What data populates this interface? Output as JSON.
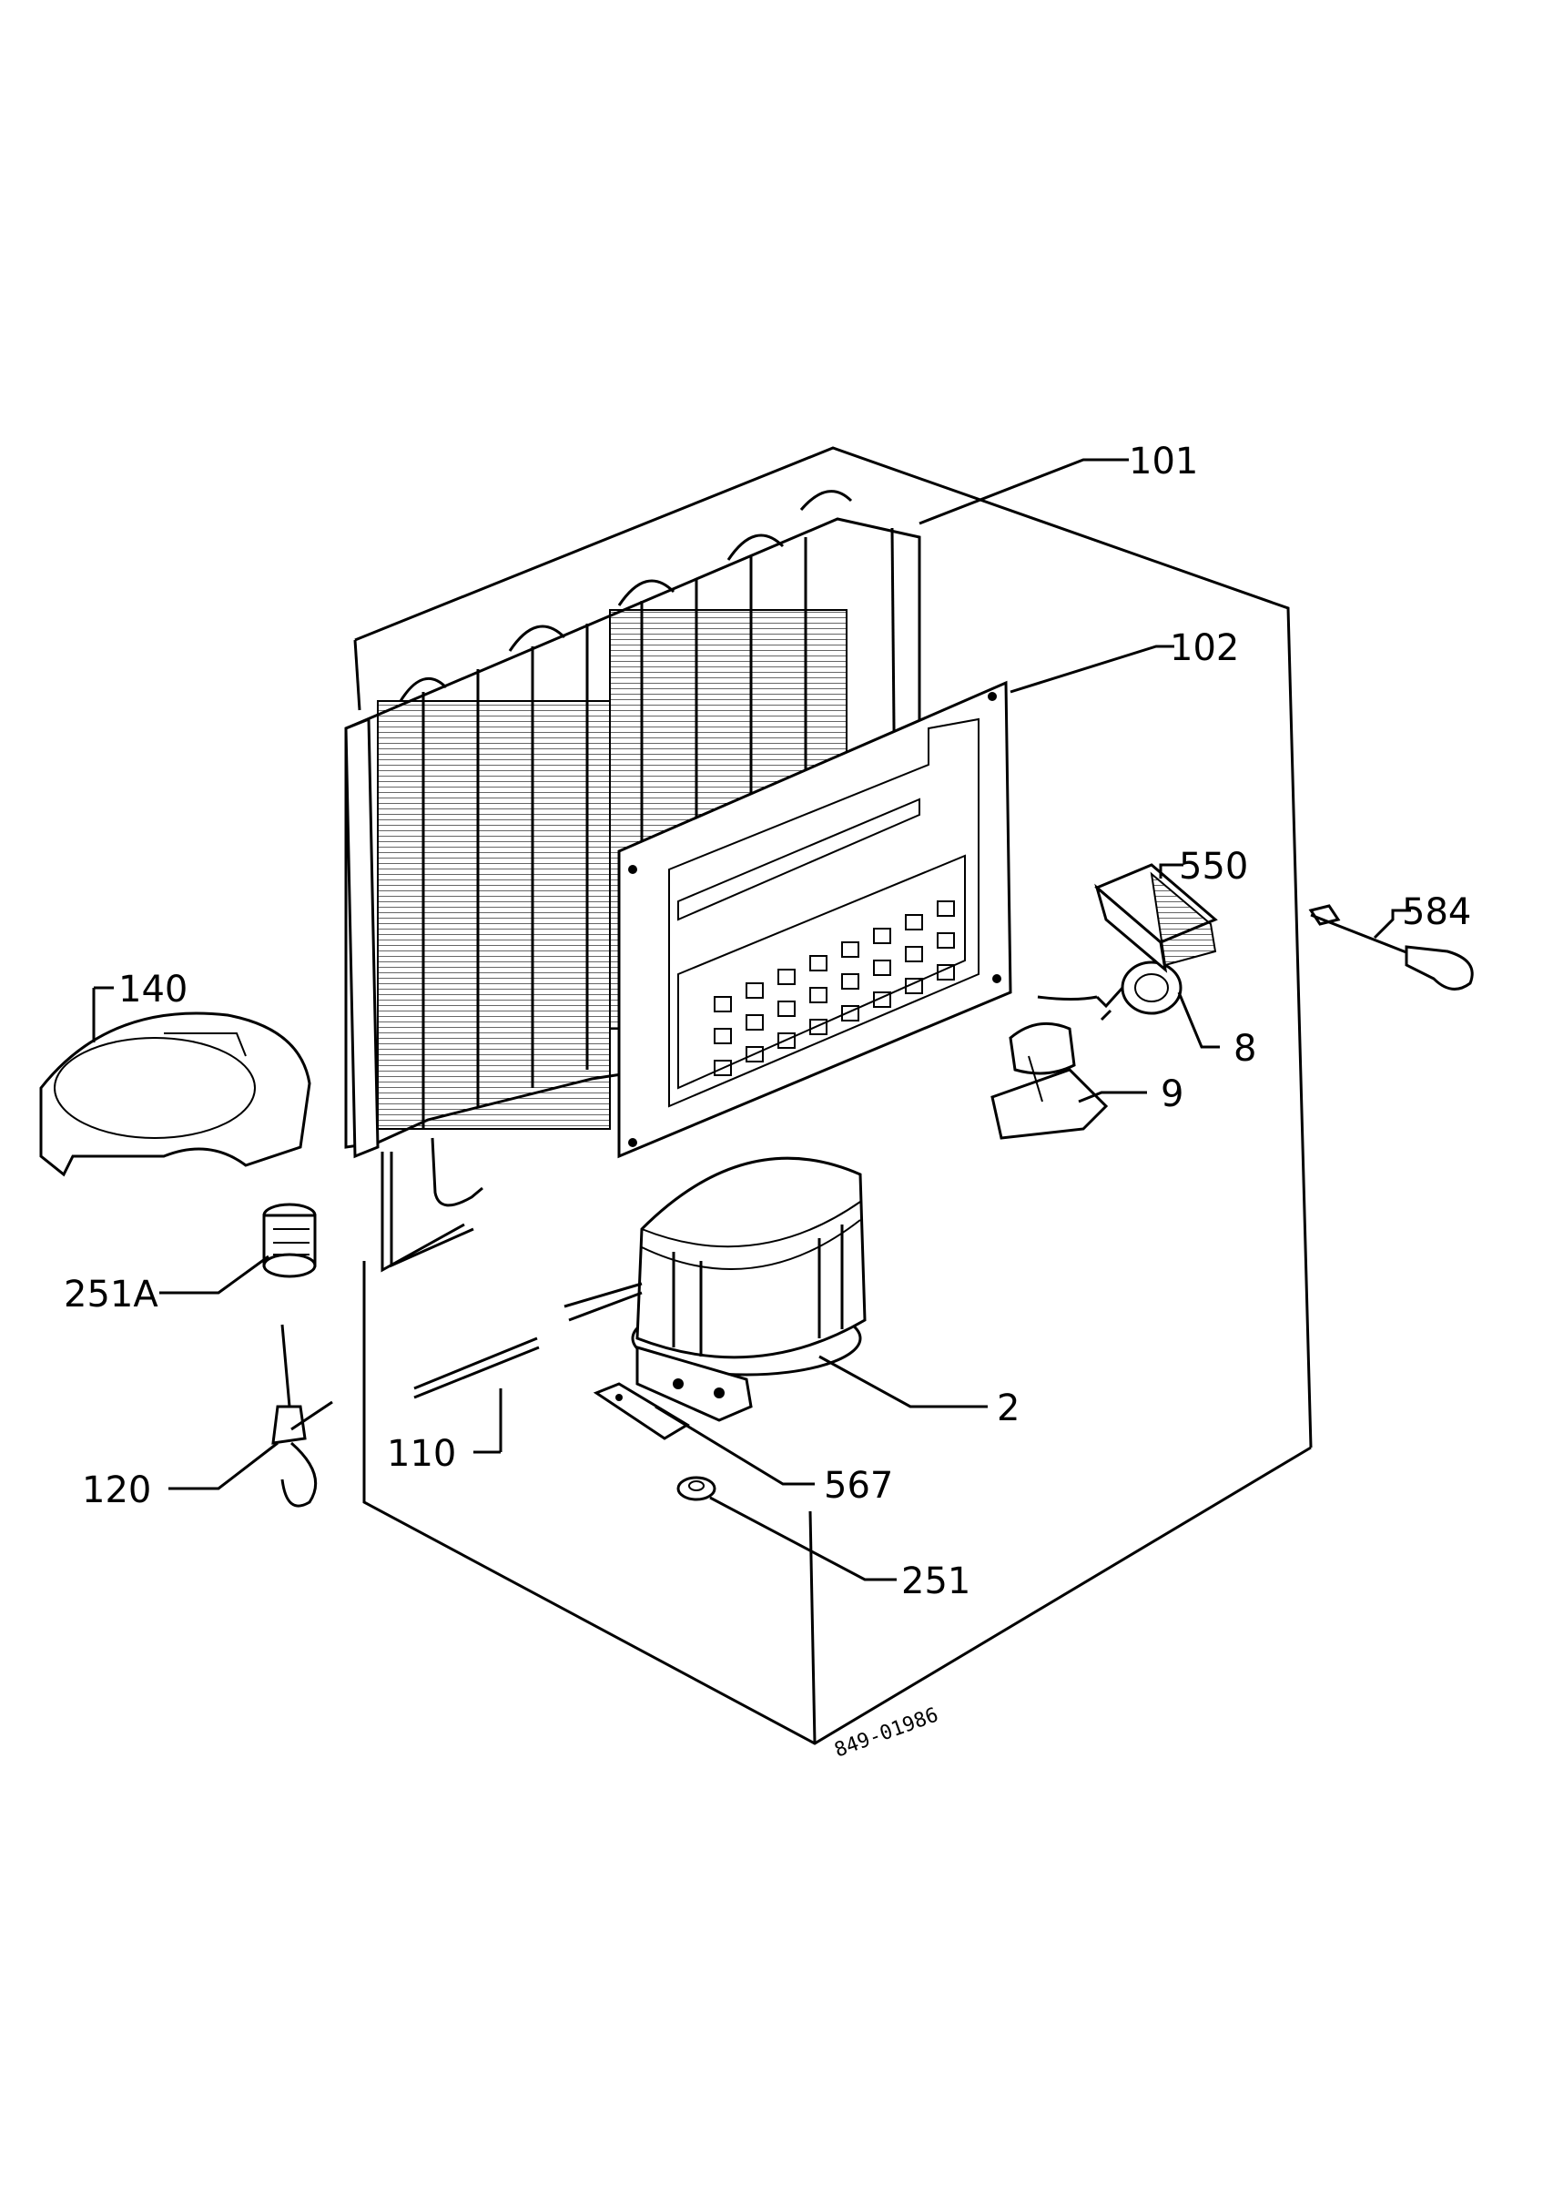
{
  "diagram": {
    "parts": {
      "p101": "101",
      "p102": "102",
      "p550": "550",
      "p584": "584",
      "p140": "140",
      "p8": "8",
      "p9": "9",
      "p251a": "251A",
      "p2": "2",
      "p110": "110",
      "p567": "567",
      "p120": "120",
      "p251": "251"
    },
    "drawing_code": "849-01986"
  }
}
